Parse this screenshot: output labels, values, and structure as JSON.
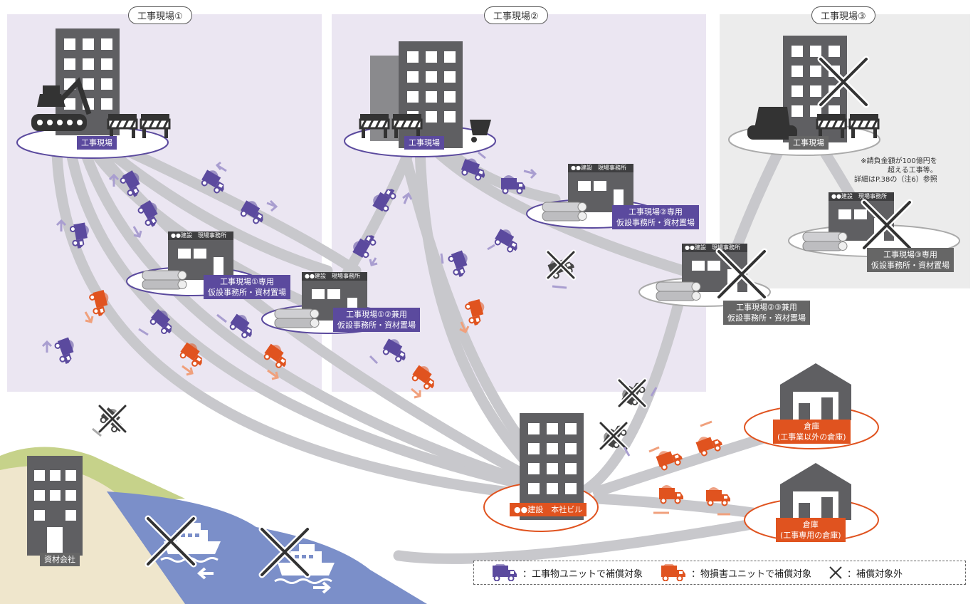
{
  "zones": {
    "site1": {
      "title": "工事現場①",
      "badge": "工事現場"
    },
    "site2": {
      "title": "工事現場②",
      "badge": "工事現場"
    },
    "site3": {
      "title": "工事現場③",
      "badge": "工事現場"
    }
  },
  "offices": {
    "sign": "●●建設　現場事務所",
    "o1": {
      "line1": "工事現場①専用",
      "line2": "仮設事務所・資材置場"
    },
    "o12": {
      "line1": "工事現場①②兼用",
      "line2": "仮設事務所・資材置場"
    },
    "o2": {
      "line1": "工事現場②専用",
      "line2": "仮設事務所・資材置場"
    },
    "o23": {
      "line1": "工事現場②③兼用",
      "line2": "仮設事務所・資材置場"
    },
    "o3": {
      "line1": "工事現場③専用",
      "line2": "仮設事務所・資材置場"
    }
  },
  "note": {
    "line1": "※請負金額が100億円を",
    "line2": "超える工事等。",
    "line3": "詳細はP.38の（注6）参照"
  },
  "hq": {
    "label": "●●建設　本社ビル"
  },
  "warehouse1": {
    "line1": "倉庫",
    "line2": "(工事業以外の倉庫)"
  },
  "warehouse2": {
    "line1": "倉庫",
    "line2": "(工事専用の倉庫)"
  },
  "supplier": {
    "label": "資材会社"
  },
  "legend": {
    "purple": "：工事物ユニットで補償対象",
    "orange": "：物損害ユニットで補償対象",
    "cross": "：補償対象外"
  },
  "colors": {
    "purple": "#5b4a9e",
    "purple_zone": "#ebe6f2",
    "grey_zone": "#ececec",
    "orange": "#e0531f",
    "road": "#c8c8cc",
    "building": "#5f5f62",
    "sea": "#7b8fc9"
  }
}
